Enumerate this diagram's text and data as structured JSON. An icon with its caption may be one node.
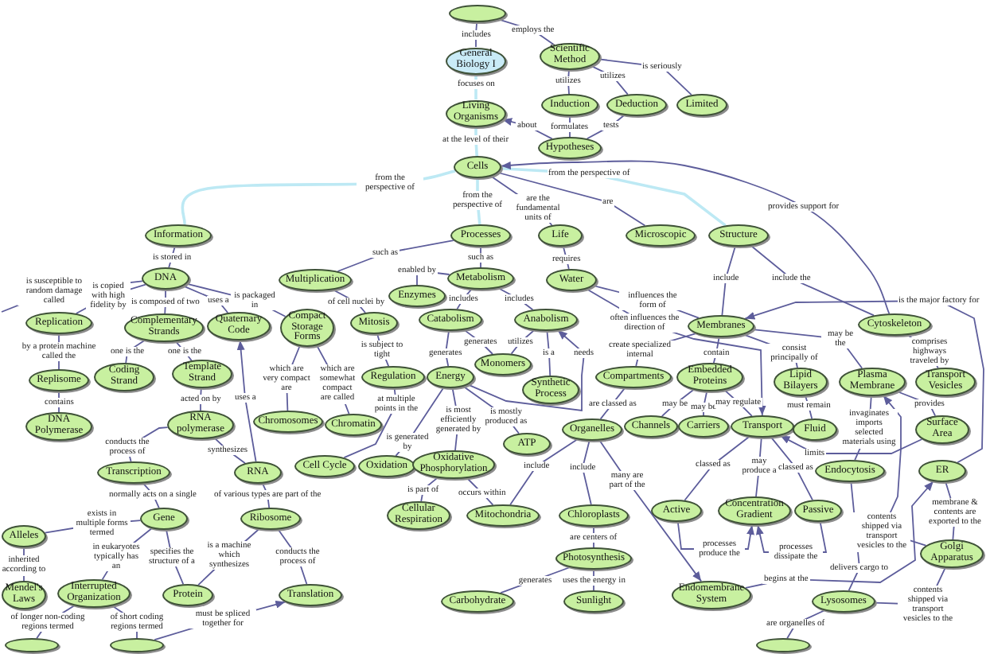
{
  "diagram": {
    "nodes": [
      {
        "text": [],
        "shape": "ellipse"
      },
      {
        "text": [
          "General Biology I"
        ]
      },
      {
        "text": [
          "Scientific Method"
        ]
      },
      {
        "text": [
          "Induction"
        ]
      },
      {
        "text": [
          "Deduction"
        ]
      },
      {
        "text": [
          "Limited"
        ]
      },
      {
        "text": [
          "Living Organisms"
        ]
      },
      {
        "text": [
          "Hypotheses"
        ]
      },
      {
        "text": [
          "Cells"
        ]
      },
      {
        "text": [
          "Information"
        ]
      },
      {
        "text": [
          "Processes"
        ]
      },
      {
        "text": [
          "Life"
        ]
      },
      {
        "text": [
          "Microscopic"
        ]
      },
      {
        "text": [
          "Structure"
        ]
      },
      {
        "text": [
          "DNA"
        ]
      },
      {
        "text": [
          "Multiplication"
        ]
      },
      {
        "text": [
          "Enzymes"
        ]
      },
      {
        "text": [
          "Metabolism"
        ]
      },
      {
        "text": [
          "Water"
        ]
      },
      {
        "text": [
          "Membranes"
        ]
      },
      {
        "text": [
          "Cytoskeleton"
        ]
      },
      {
        "text": [
          "Replication"
        ]
      },
      {
        "text": [
          "Complementary Strands"
        ]
      },
      {
        "text": [
          "Quaternary Code"
        ]
      },
      {
        "text": [
          "Compact Storage Forms"
        ]
      },
      {
        "text": [
          "Mitosis"
        ]
      },
      {
        "text": [
          "Catabolism"
        ]
      },
      {
        "text": [
          "Anabolism"
        ]
      },
      {
        "text": [
          "Monomers"
        ]
      },
      {
        "text": [
          "Synthetic Process"
        ]
      },
      {
        "text": [
          "Replisome"
        ]
      },
      {
        "text": [
          "Coding Strand"
        ]
      },
      {
        "text": [
          "Template Strand"
        ]
      },
      {
        "text": [
          "Regulation"
        ]
      },
      {
        "text": [
          "Energy"
        ]
      },
      {
        "text": [
          "Compartments"
        ]
      },
      {
        "text": [
          "Embedded Proteins"
        ]
      },
      {
        "text": [
          "Lipid Bilayers"
        ]
      },
      {
        "text": [
          "Plasma Membrane"
        ]
      },
      {
        "text": [
          "Transport Vesicles"
        ]
      },
      {
        "text": [
          "DNA Polymerase"
        ]
      },
      {
        "text": [
          "RNA polymerase"
        ]
      },
      {
        "text": [
          "Chromosomes"
        ]
      },
      {
        "text": [
          "Chromatin"
        ]
      },
      {
        "text": [
          "ATP"
        ]
      },
      {
        "text": [
          "Organelles"
        ]
      },
      {
        "text": [
          "Channels"
        ]
      },
      {
        "text": [
          "Carriers"
        ]
      },
      {
        "text": [
          "Transport"
        ]
      },
      {
        "text": [
          "Fluid"
        ]
      },
      {
        "text": [
          "Surface Area"
        ]
      },
      {
        "text": [
          "Transcription"
        ]
      },
      {
        "text": [
          "RNA"
        ]
      },
      {
        "text": [
          "Cell Cycle"
        ]
      },
      {
        "text": [
          "Oxidation"
        ]
      },
      {
        "text": [
          "Oxidative Phosphorylation"
        ]
      },
      {
        "text": [
          "Endocytosis"
        ]
      },
      {
        "text": [
          "ER"
        ]
      },
      {
        "text": [
          "Gene"
        ]
      },
      {
        "text": [
          "Ribosome"
        ]
      },
      {
        "text": [
          "Alleles"
        ]
      },
      {
        "text": [
          "Cellular Respiration"
        ]
      },
      {
        "text": [
          "Mitochondria"
        ]
      },
      {
        "text": [
          "Chloroplasts"
        ]
      },
      {
        "text": [
          "Active"
        ]
      },
      {
        "text": [
          "Concentration Gradient"
        ]
      },
      {
        "text": [
          "Passive"
        ]
      },
      {
        "text": [
          "Golgi Apparatus"
        ]
      },
      {
        "text": [
          "Photosynthesis"
        ]
      },
      {
        "text": [
          "Mendel's Laws"
        ]
      },
      {
        "text": [
          "Interrupted Organization"
        ]
      },
      {
        "text": [
          "Protein"
        ]
      },
      {
        "text": [
          "Translation"
        ]
      },
      {
        "text": [
          "Carbohydrate"
        ]
      },
      {
        "text": [
          "Sunlight"
        ]
      },
      {
        "text": [
          "Endomembrane System"
        ]
      },
      {
        "text": [
          "Lysosomes"
        ]
      },
      {
        "text": [],
        "shape": "ellipse"
      },
      {
        "text": [],
        "shape": "ellipse"
      },
      {
        "text": [],
        "shape": "ellipse"
      }
    ],
    "edges": [
      {
        "from": 0,
        "to": 1,
        "arrow": "none",
        "label": "includes"
      },
      {
        "from": 0,
        "to": 2,
        "arrow": "none",
        "label": "employs the"
      },
      {
        "from": 1,
        "to": 6,
        "arrow": "none",
        "label": "focuses on",
        "color": "#bde9f4"
      },
      {
        "from": 2,
        "to": 3,
        "arrow": "none",
        "label": "utilizes"
      },
      {
        "from": 2,
        "to": 4,
        "arrow": "none",
        "label": "utilizes"
      },
      {
        "from": 2,
        "to": 5,
        "arrow": "none",
        "label": "is seriously"
      },
      {
        "from": 3,
        "to": 7,
        "arrow": "none",
        "label": "formulates"
      },
      {
        "from": 4,
        "to": 7,
        "arrow": "none",
        "label": "tests"
      },
      {
        "from": 7,
        "to": 6,
        "arrow": "to",
        "label": "about"
      },
      {
        "from": 6,
        "to": 8,
        "arrow": "none",
        "label": "at the level of their",
        "color": "#bde9f4"
      },
      {
        "from": 8,
        "to": 9,
        "arrow": "none",
        "label": "from the perspective of",
        "color": "#bde9f4"
      },
      {
        "from": 8,
        "to": 10,
        "arrow": "none",
        "label": "from the perspective of",
        "color": "#bde9f4"
      },
      {
        "from": 8,
        "to": 11,
        "arrow": "none",
        "label": "are the fundamental units of"
      },
      {
        "from": 8,
        "to": 12,
        "arrow": "none",
        "label": "are"
      },
      {
        "from": 8,
        "to": 13,
        "arrow": "none",
        "label": "from the perspective of",
        "color": "#bde9f4"
      },
      {
        "from": 20,
        "to": 8,
        "arrow": "to",
        "label": "provides support for"
      },
      {
        "from": 9,
        "to": 14,
        "arrow": "none",
        "label": "is stored in"
      },
      {
        "from": 14,
        "to": null,
        "arrow": "none",
        "label": "is susceptible to random damage called"
      },
      {
        "from": 14,
        "to": 21,
        "arrow": "none",
        "label": "is copied with high fidelity by"
      },
      {
        "from": 14,
        "to": 22,
        "arrow": "none",
        "label": "is composed of two"
      },
      {
        "from": 14,
        "to": 23,
        "arrow": "none",
        "label": "uses a"
      },
      {
        "from": 14,
        "to": 24,
        "arrow": "none",
        "label": "is packaged in"
      },
      {
        "from": 10,
        "to": 15,
        "arrow": "none",
        "label": "such as"
      },
      {
        "from": 10,
        "to": 17,
        "arrow": "none",
        "label": "such as"
      },
      {
        "from": 15,
        "to": 25,
        "arrow": "none",
        "label": "of cell nuclei by"
      },
      {
        "from": 17,
        "to": 16,
        "arrow": "none",
        "label": "enabled by"
      },
      {
        "from": 17,
        "to": 26,
        "arrow": "none",
        "label": "includes"
      },
      {
        "from": 17,
        "to": 27,
        "arrow": "none",
        "label": "includes"
      },
      {
        "from": 11,
        "to": 18,
        "arrow": "none",
        "label": "requires"
      },
      {
        "from": 18,
        "to": 19,
        "arrow": "none",
        "label": "influences the form of"
      },
      {
        "from": 18,
        "to": 48,
        "arrow": "to",
        "label": "often influences the direction of"
      },
      {
        "from": 13,
        "to": 19,
        "arrow": "none",
        "label": "include"
      },
      {
        "from": 13,
        "to": 20,
        "arrow": "none",
        "label": "include the"
      },
      {
        "from": 21,
        "to": 30,
        "arrow": "none",
        "label": "by a protein machine called the"
      },
      {
        "from": 22,
        "to": 31,
        "arrow": "none",
        "label": "one is the"
      },
      {
        "from": 22,
        "to": 32,
        "arrow": "none",
        "label": "one is the"
      },
      {
        "from": 25,
        "to": 33,
        "arrow": "none",
        "label": "is subject to tight"
      },
      {
        "from": 26,
        "to": 28,
        "arrow": "none",
        "label": "generates"
      },
      {
        "from": 26,
        "to": 34,
        "arrow": "none",
        "label": "generates"
      },
      {
        "from": 27,
        "to": 28,
        "arrow": "none",
        "label": "utilizes"
      },
      {
        "from": 27,
        "to": 29,
        "arrow": "none",
        "label": "is a"
      },
      {
        "from": 34,
        "to": 27,
        "arrow": "to",
        "label": "needs"
      },
      {
        "from": 19,
        "to": 35,
        "arrow": "none",
        "label": "create specialized internal"
      },
      {
        "from": 19,
        "to": 36,
        "arrow": "none",
        "label": "contain"
      },
      {
        "from": 19,
        "to": 37,
        "arrow": "none",
        "label": "consist principally of"
      },
      {
        "from": 19,
        "to": 38,
        "arrow": "none",
        "label": "may be the"
      },
      {
        "from": 20,
        "to": 39,
        "arrow": "none",
        "label": "comprises highways traveled by"
      },
      {
        "from": 30,
        "to": 40,
        "arrow": "none",
        "label": "contains"
      },
      {
        "from": 32,
        "to": 41,
        "arrow": "none",
        "label": "acted on by"
      },
      {
        "from": 24,
        "to": 42,
        "arrow": "none",
        "label": "which are very compact are"
      },
      {
        "from": 24,
        "to": 43,
        "arrow": "none",
        "label": "which are somewhat compact are called"
      },
      {
        "from": 33,
        "to": 53,
        "arrow": "none",
        "label": "at multiple points in the"
      },
      {
        "from": 34,
        "to": 44,
        "arrow": "none",
        "label": "is mostly produced as"
      },
      {
        "from": 34,
        "to": 54,
        "arrow": "none",
        "label": "is generated by"
      },
      {
        "from": 34,
        "to": 55,
        "arrow": "none",
        "label": "is most efficiently generated by"
      },
      {
        "from": 35,
        "to": 45,
        "arrow": "none",
        "label": "are classed as"
      },
      {
        "from": 36,
        "to": 46,
        "arrow": "none",
        "label": "may be"
      },
      {
        "from": 36,
        "to": 47,
        "arrow": "none",
        "label": "may be"
      },
      {
        "from": 36,
        "to": 48,
        "arrow": "none",
        "label": "may regulate"
      },
      {
        "from": 37,
        "to": 49,
        "arrow": "none",
        "label": "must remain"
      },
      {
        "from": 38,
        "to": 56,
        "arrow": "none",
        "label": "invaginates imports selected materials using"
      },
      {
        "from": 38,
        "to": 50,
        "arrow": "none",
        "label": "provides"
      },
      {
        "from": 57,
        "to": 19,
        "arrow": "to",
        "label": "is the major factory for"
      },
      {
        "from": 41,
        "to": 51,
        "arrow": "none",
        "label": "conducts the process of"
      },
      {
        "from": 41,
        "to": 52,
        "arrow": "none",
        "label": "synthesizes"
      },
      {
        "from": 52,
        "to": 23,
        "arrow": "to",
        "label": "uses a"
      },
      {
        "from": 52,
        "to": 59,
        "arrow": "none",
        "label": "of various types are part of the"
      },
      {
        "from": 51,
        "to": 58,
        "arrow": "none",
        "label": "normally acts on a single"
      },
      {
        "from": 55,
        "to": 61,
        "arrow": "none",
        "label": "is part of"
      },
      {
        "from": 55,
        "to": 62,
        "arrow": "none",
        "label": "occurs within"
      },
      {
        "from": 45,
        "to": 62,
        "arrow": "none",
        "label": "include"
      },
      {
        "from": 45,
        "to": 63,
        "arrow": "none",
        "label": "include"
      },
      {
        "from": 45,
        "to": 75,
        "arrow": "to",
        "label": "many are part of the"
      },
      {
        "from": 48,
        "to": 64,
        "arrow": "none",
        "label": "classed as"
      },
      {
        "from": 48,
        "to": 65,
        "arrow": "none",
        "label": "may produce a"
      },
      {
        "from": 48,
        "to": 66,
        "arrow": "none",
        "label": "classed as"
      },
      {
        "from": 50,
        "to": 48,
        "arrow": "to",
        "label": "limits"
      },
      {
        "from": 56,
        "to": 76,
        "arrow": "none",
        "label": "delivers cargo to"
      },
      {
        "from": 57,
        "to": 67,
        "arrow": "none",
        "label": "membrane & contents are exported to the"
      },
      {
        "from": 67,
        "to": 38,
        "arrow": "to",
        "label": "contents shipped via transport vesicles to the"
      },
      {
        "from": 58,
        "to": 60,
        "arrow": "none",
        "label": "exists in multiple forms termed"
      },
      {
        "from": 58,
        "to": 70,
        "arrow": "none",
        "label": "in eukaryotes typically has an"
      },
      {
        "from": 58,
        "to": 71,
        "arrow": "none",
        "label": "specifies the structure of a"
      },
      {
        "from": 59,
        "to": 71,
        "arrow": "none",
        "label": "is a machine which synthesizes"
      },
      {
        "from": 59,
        "to": 72,
        "arrow": "none",
        "label": "conducts the process of"
      },
      {
        "from": 63,
        "to": 68,
        "arrow": "none",
        "label": "are centers of"
      },
      {
        "from": 64,
        "to": 65,
        "arrow": "to",
        "label": "processes produce the"
      },
      {
        "from": 66,
        "to": 65,
        "arrow": "to",
        "label": "processes dissipate the"
      },
      {
        "from": 60,
        "to": 69,
        "arrow": "none",
        "label": "inherited according to"
      },
      {
        "from": 67,
        "to": 76,
        "arrow": "none",
        "label": "contents shipped via transport vesicles to the"
      },
      {
        "from": 68,
        "to": 73,
        "arrow": "none",
        "label": "generates"
      },
      {
        "from": 68,
        "to": 74,
        "arrow": "none",
        "label": "uses the energy in"
      },
      {
        "from": 75,
        "to": 57,
        "arrow": "to",
        "label": "begins at the"
      },
      {
        "from": 70,
        "to": 77,
        "arrow": "none",
        "label": "of longer non-coding regions termed"
      },
      {
        "from": 70,
        "to": 78,
        "arrow": "none",
        "label": "of short coding regions termed"
      },
      {
        "from": 78,
        "to": 72,
        "arrow": "to",
        "label": "must be spliced together for"
      },
      {
        "from": 76,
        "to": 79,
        "arrow": "none",
        "label": "are organelles of"
      }
    ]
  }
}
